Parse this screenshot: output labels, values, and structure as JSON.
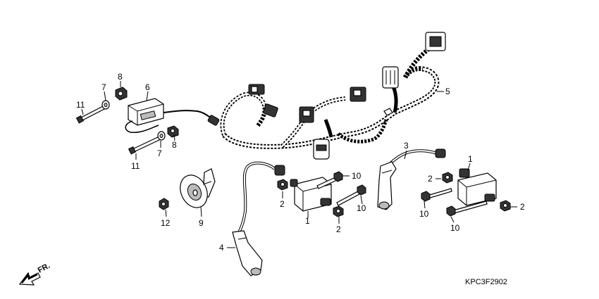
{
  "callouts": {
    "c1a": "1",
    "c1b": "1",
    "c2a": "2",
    "c2b": "2",
    "c2c": "2",
    "c2d": "2",
    "c3": "3",
    "c4": "4",
    "c5": "5",
    "c6": "6",
    "c7a": "7",
    "c7b": "7",
    "c8a": "8",
    "c8b": "8",
    "c9": "9",
    "c10a": "10",
    "c10b": "10",
    "c10c": "10",
    "c10d": "10",
    "c11a": "11",
    "c11b": "11",
    "c12": "12"
  },
  "direction_label": "FR.",
  "diagram_code": "KPC3F2902"
}
